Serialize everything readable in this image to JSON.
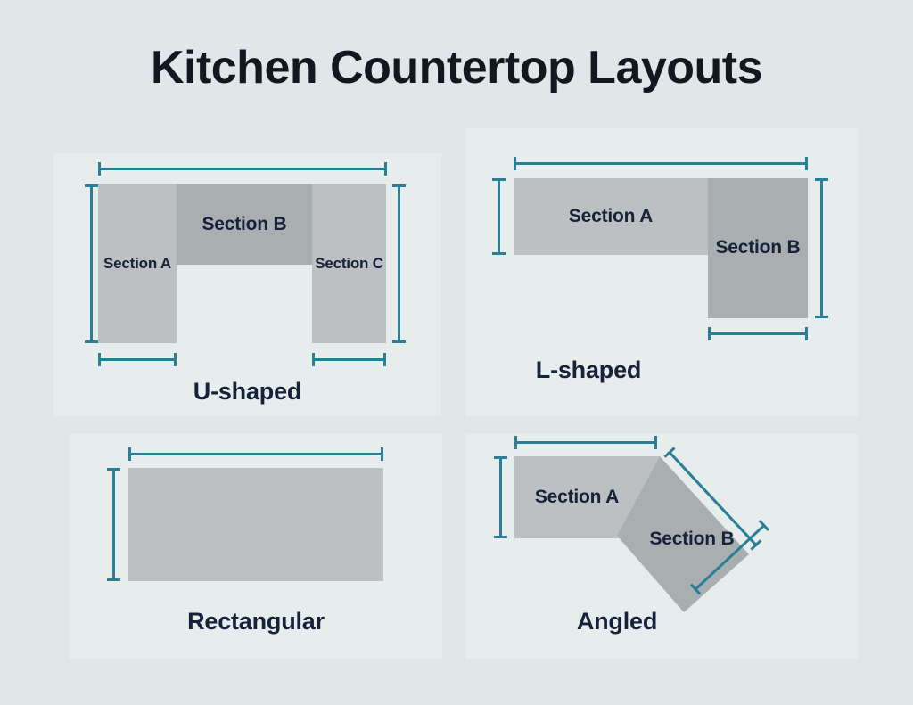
{
  "page": {
    "title": "Kitchen Countertop Layouts",
    "background_color": "#dfe7e9",
    "panel_color": "#e7ecec",
    "accent_color": "#2a7f96",
    "slab_light_color": "#bdc0c3",
    "slab_dark_color": "#a9aeb0",
    "text_color": "#16213a"
  },
  "layouts": [
    {
      "id": "u-shaped",
      "caption": "U-shaped",
      "sections": [
        {
          "id": "a",
          "label": "Section A",
          "shade": "light"
        },
        {
          "id": "b",
          "label": "Section B",
          "shade": "dark"
        },
        {
          "id": "c",
          "label": "Section C",
          "shade": "light"
        }
      ],
      "dimension_lines": [
        "top-overall-width",
        "left-height",
        "right-height",
        "bottom-left-width",
        "bottom-right-width"
      ]
    },
    {
      "id": "l-shaped",
      "caption": "L-shaped",
      "sections": [
        {
          "id": "a",
          "label": "Section A",
          "shade": "light"
        },
        {
          "id": "b",
          "label": "Section B",
          "shade": "dark"
        }
      ],
      "dimension_lines": [
        "top-overall-width",
        "left-height",
        "right-height",
        "bottom-width"
      ]
    },
    {
      "id": "rectangular",
      "caption": "Rectangular",
      "sections": [
        {
          "id": "a",
          "label": "",
          "shade": "light"
        }
      ],
      "dimension_lines": [
        "top-width",
        "left-height"
      ]
    },
    {
      "id": "angled",
      "caption": "Angled",
      "sections": [
        {
          "id": "a",
          "label": "Section A",
          "shade": "light"
        },
        {
          "id": "b",
          "label": "Section B",
          "shade": "dark"
        }
      ],
      "dimension_lines": [
        "top-width",
        "left-height",
        "angled-top-edge",
        "angled-right-edge"
      ]
    }
  ]
}
